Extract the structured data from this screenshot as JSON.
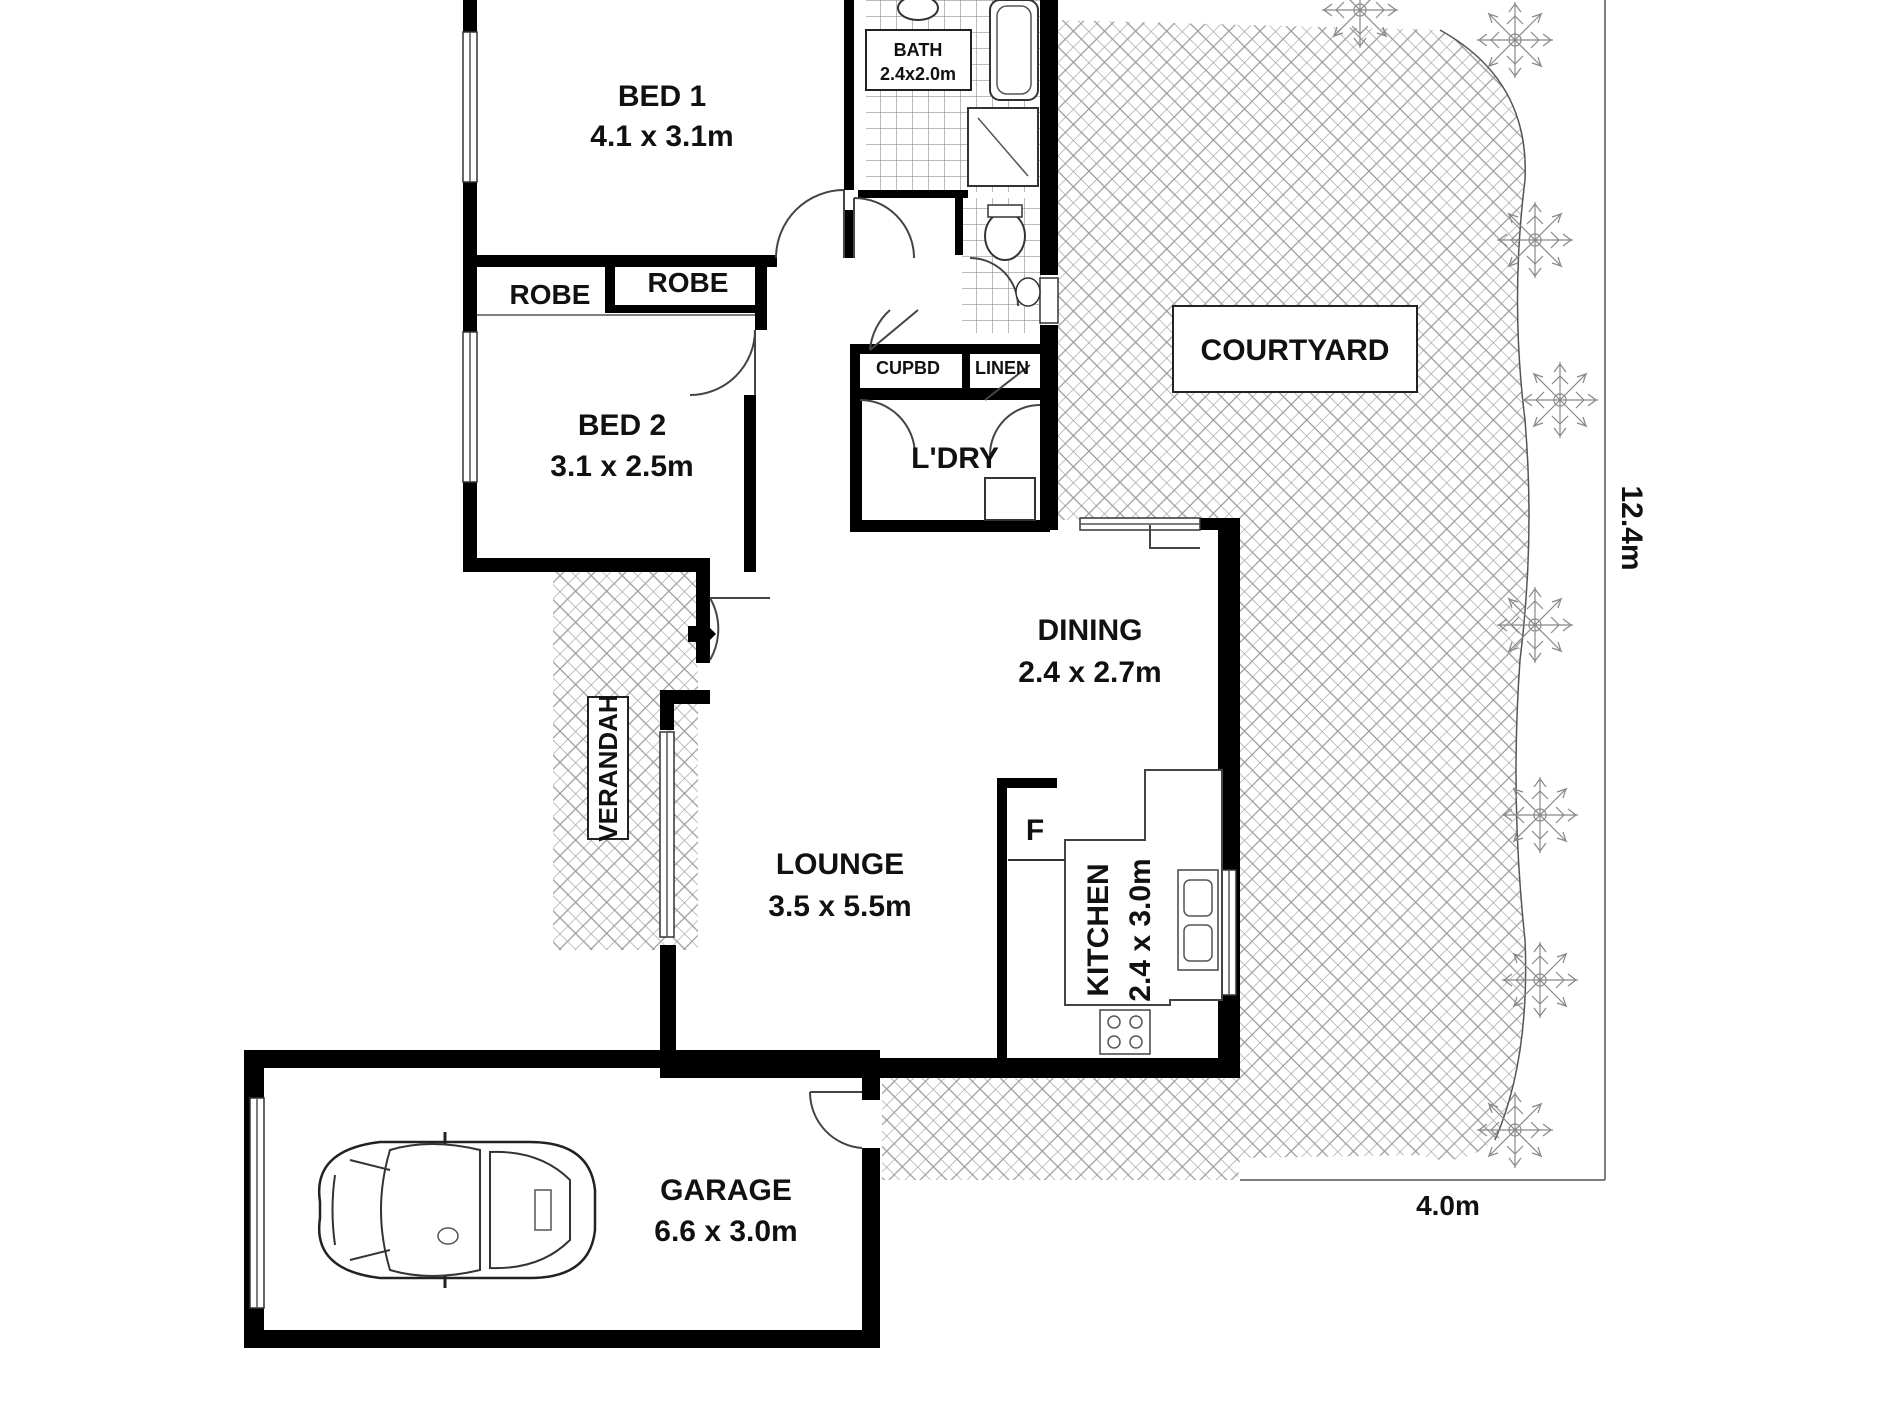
{
  "rooms": {
    "bed1": {
      "name": "BED 1",
      "size": "4.1 x 3.1m"
    },
    "bath": {
      "name": "BATH",
      "size": "2.4x2.0m"
    },
    "robe1": {
      "name": "ROBE"
    },
    "robe2": {
      "name": "ROBE"
    },
    "bed2": {
      "name": "BED 2",
      "size": "3.1 x 2.5m"
    },
    "cupbd": {
      "name": "CUPBD"
    },
    "linen": {
      "name": "LINEN"
    },
    "laundry": {
      "name": "L'DRY"
    },
    "courtyard": {
      "name": "COURTYARD"
    },
    "dining": {
      "name": "DINING",
      "size": "2.4 x 2.7m"
    },
    "verandah": {
      "name": "VERANDAH"
    },
    "lounge": {
      "name": "LOUNGE",
      "size": "3.5 x 5.5m"
    },
    "fridge": {
      "name": "F"
    },
    "kitchen": {
      "name": "KITCHEN",
      "size": "2.4 x 3.0m"
    },
    "garage": {
      "name": "GARAGE",
      "size": "6.6 x 3.0m"
    }
  },
  "dimensions": {
    "courtyard_depth": "12.4m",
    "courtyard_width": "4.0m"
  }
}
